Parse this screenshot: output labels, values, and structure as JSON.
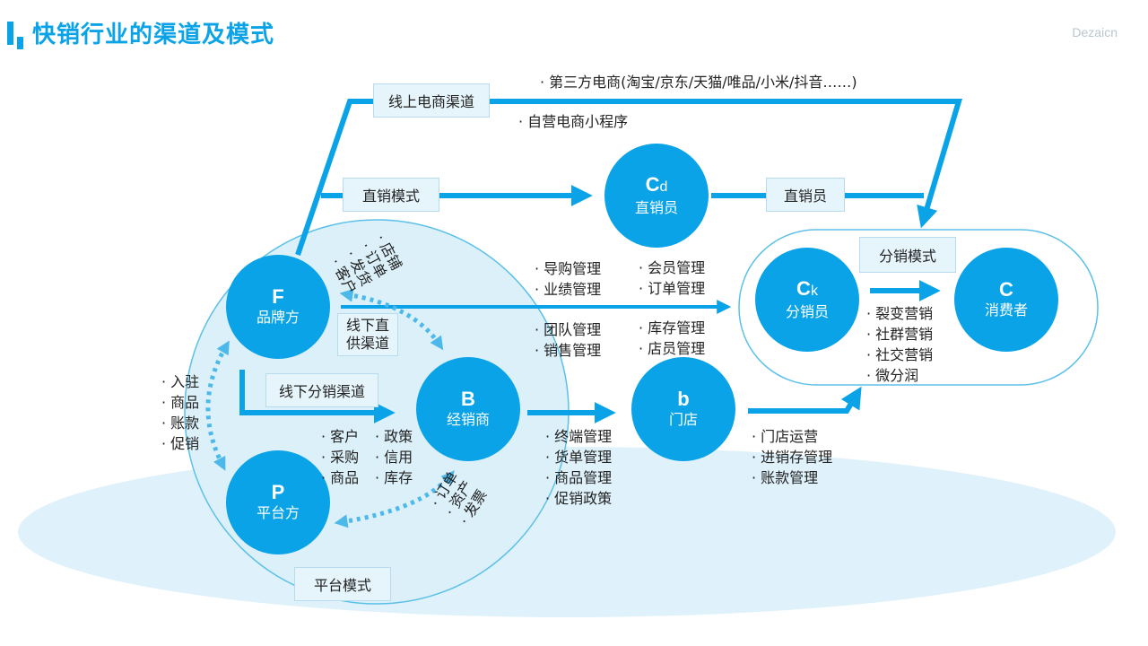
{
  "header": {
    "title": "快销行业的渠道及模式",
    "brand": "Dezaicn"
  },
  "colors": {
    "accent": "#0aa3e8",
    "tag_bg": "#e6f4fb",
    "ground": "#dff1fa",
    "platform_circle": "#cfeaf6"
  },
  "nodes": {
    "F": {
      "letter": "F",
      "label": "品牌方"
    },
    "P": {
      "letter": "P",
      "label": "平台方"
    },
    "B": {
      "letter": "B",
      "label": "经销商"
    },
    "Cd": {
      "letter": "C",
      "sub": "d",
      "label": "直销员"
    },
    "Ck": {
      "letter": "C",
      "sub": "k",
      "label": "分销员"
    },
    "C": {
      "letter": "C",
      "label": "消费者"
    },
    "b": {
      "letter": "b",
      "label": "门店"
    }
  },
  "tags": {
    "online": "线上电商渠道",
    "direct_mode": "直销模式",
    "direct_seller": "直销员",
    "distribution_mode": "分销模式",
    "offline_direct_line1": "线下直",
    "offline_direct_line2": "供渠道",
    "offline_distribution": "线下分销渠道",
    "platform_mode": "平台模式"
  },
  "notes": {
    "third_party": "第三方电商(淘宝/京东/天猫/唯品/小米/抖音……)",
    "self_operated": "自营电商小程序",
    "guide_perf": [
      "导购管理",
      "业绩管理"
    ],
    "member_order": [
      "会员管理",
      "订单管理"
    ],
    "team_sales": [
      "团队管理",
      "销售管理"
    ],
    "stock_staff": [
      "库存管理",
      "店员管理"
    ],
    "fission": [
      "裂变营销",
      "社群营销",
      "社交营销",
      "微分润"
    ],
    "terminal": [
      "终端管理",
      "货单管理",
      "商品管理",
      "促销政策"
    ],
    "store_ops": [
      "门店运营",
      "进销存管理",
      "账款管理"
    ],
    "settle": [
      "入驻",
      "商品",
      "账款",
      "促销"
    ],
    "b_left": [
      "客户",
      "采购",
      "商品"
    ],
    "b_right": [
      "政策",
      "信用",
      "库存"
    ],
    "fb_items": [
      "店铺",
      "订单",
      "发货",
      "客户"
    ],
    "pb_items": [
      "订单",
      "资产",
      "发票"
    ]
  }
}
